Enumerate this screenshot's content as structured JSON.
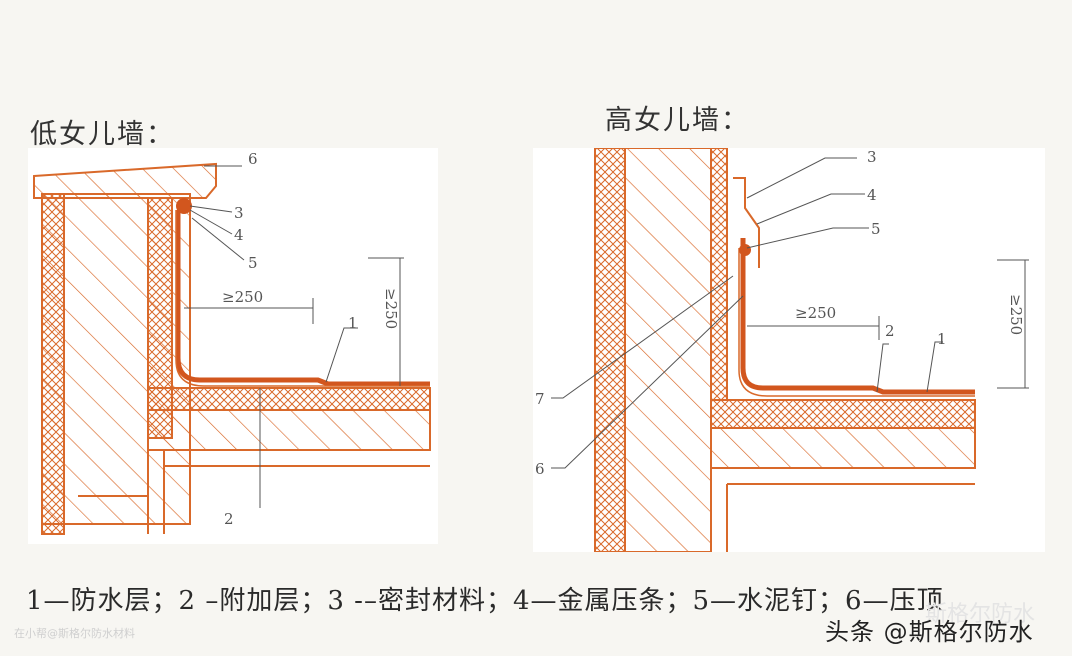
{
  "diagram": {
    "left": {
      "title": "低女儿墙：",
      "dimension_h": "≥250",
      "dimension_v": "≥250",
      "callouts": [
        "6",
        "3",
        "4",
        "5",
        "1",
        "2"
      ]
    },
    "right": {
      "title": "高女儿墙：",
      "dimension_h": "≥250",
      "dimension_v": "≥250",
      "callouts": [
        "3",
        "4",
        "5",
        "2",
        "1",
        "7",
        "6"
      ]
    }
  },
  "legend": "1—防水层；2 –附加层；3 -–密封材料；4—金属压条；5—水泥钉；6—压顶",
  "watermark": {
    "small": "在小帮@斯格尔防水材料",
    "main": "头条 @斯格尔防水",
    "faded": "斯格尔防水"
  },
  "colors": {
    "line": "#d9692a",
    "membrane": "#d2561e",
    "background": "#ffffff",
    "text": "#2a2a2a"
  }
}
